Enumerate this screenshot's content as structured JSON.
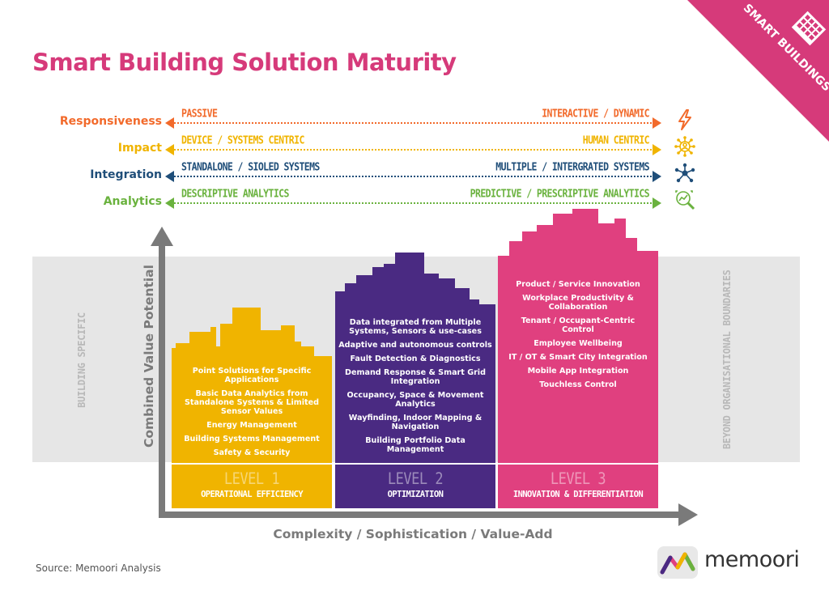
{
  "title": "Smart Building Solution Maturity",
  "corner": {
    "label": "SMART BUILDINGS",
    "color": "#d63a7a"
  },
  "dimensions": [
    {
      "label": "Responsiveness",
      "left": "PASSIVE",
      "right": "INTERACTIVE / DYNAMIC",
      "color": "#f26a2b",
      "icon": "lightning-icon"
    },
    {
      "label": "Impact",
      "left": "DEVICE / SYSTEMS CENTRIC",
      "right": "HUMAN CENTRIC",
      "color": "#f0b400",
      "icon": "person-network-icon"
    },
    {
      "label": "Integration",
      "left": "STANDALONE / SIOLED SYSTEMS",
      "right": "MULTIPLE / INTERGRATED SYSTEMS",
      "color": "#1f4e79",
      "icon": "network-hub-icon"
    },
    {
      "label": "Analytics",
      "left": "DESCRIPTIVE ANALYTICS",
      "right": "PREDICTIVE / PRESCRIPTIVE ANALYTICS",
      "color": "#6ab23e",
      "icon": "analytics-magnifier-icon"
    }
  ],
  "side_labels": {
    "left": "BUILDING SPECIFIC",
    "right": "BEYOND ORGANISATIONAL BOUNDARIES"
  },
  "axes": {
    "y_title": "Combined Value Potential",
    "x_title": "Complexity / Sophistication / Value-Add"
  },
  "levels": [
    {
      "name": "LEVEL 1",
      "subtitle": "OPERATIONAL EFFICIENCY",
      "color": "#f0b400",
      "items": [
        "Point Solutions for Specific Applications",
        "Basic Data Analytics from Standalone Systems & Limited Sensor Values",
        "Energy Management",
        "Building Systems Management",
        "Safety & Security"
      ]
    },
    {
      "name": "LEVEL 2",
      "subtitle": "OPTIMIZATION",
      "color": "#4a2a82",
      "items": [
        "Data integrated from Multiple Systems, Sensors & use-cases",
        "Adaptive and autonomous controls",
        "Fault Detection & Diagnostics",
        "Demand Response & Smart Grid Integration",
        "Occupancy, Space & Movement Analytics",
        "Wayfinding, Indoor Mapping & Navigation",
        "Building Portfolio Data Management"
      ]
    },
    {
      "name": "LEVEL 3",
      "subtitle": "INNOVATION & DIFFERENTIATION",
      "color": "#e0407f",
      "items": [
        "Product / Service Innovation",
        "Workplace Productivity & Collaboration",
        "Tenant / Occupant-Centric Control",
        "Employee Wellbeing",
        "IT / OT & Smart City Integration",
        "Mobile App Integration",
        "Touchless Control"
      ]
    }
  ],
  "source": "Source: Memoori Analysis",
  "brand": "memoori"
}
